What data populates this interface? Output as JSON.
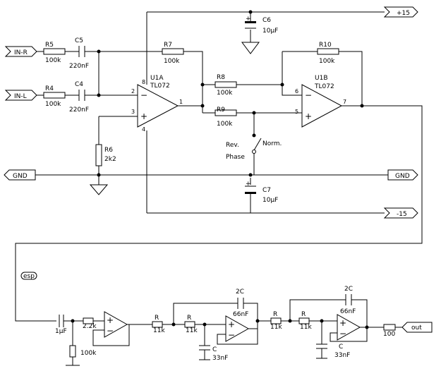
{
  "ports": {
    "in_r": "IN-R",
    "in_l": "IN-L",
    "gnd_left": "GND",
    "gnd_right": "GND",
    "pos": "+15",
    "neg": "-15",
    "out": "out",
    "esp": "esp"
  },
  "resistors": {
    "r5_name": "R5",
    "r5_val": "100k",
    "r4_name": "R4",
    "r4_val": "100k",
    "r7_name": "R7",
    "r7_val": "100k",
    "r8_name": "R8",
    "r8_val": "100k",
    "r9_name": "R9",
    "r9_val": "100k",
    "r10_name": "R10",
    "r10_val": "100k",
    "r6_name": "R6",
    "r6_val": "2k2",
    "f_22k": "2.2k",
    "f_100k": "100k",
    "f_100": "100",
    "r_label": "R",
    "r_11k": "11k"
  },
  "capacitors": {
    "c5_name": "C5",
    "c5_val": "220nF",
    "c4_name": "C4",
    "c4_val": "220nF",
    "c6_name": "C6",
    "c6_val": "10µF",
    "c7_name": "C7",
    "c7_val": "10µF",
    "in_cap": "1µF",
    "c2_name": "2C",
    "c2_val": "66nF",
    "c_name": "C",
    "c_val": "33nF"
  },
  "opamps": {
    "u1a_name": "U1A",
    "u1a_type": "TL072",
    "u1b_name": "U1B",
    "u1b_type": "TL072",
    "minus": "−",
    "plus": "+",
    "pin1": "1",
    "pin2": "2",
    "pin3": "3",
    "pin4": "4",
    "pin5": "5",
    "pin6": "6",
    "pin7": "7",
    "pin8": "8"
  },
  "switch": {
    "rev": "Rev.",
    "phase": "Phase",
    "norm": "Norm."
  }
}
